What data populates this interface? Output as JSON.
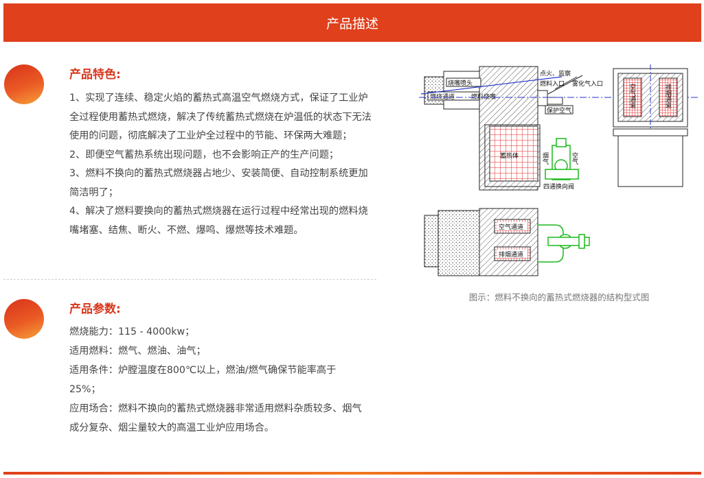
{
  "header": {
    "title": "产品描述"
  },
  "features": {
    "title": "产品特色:",
    "items": [
      "1、实现了连续、稳定火焰的蓄热式高温空气燃烧方式，保证了工业炉全过程使用蓄热式燃烧，解决了传统蓄热式燃烧在炉温低的状态下无法使用的问题，彻底解决了工业炉全过程中的节能、环保两大难题；",
      "2、即便空气蓄热系统出现问题，也不会影响正产的生产问题；",
      "3、燃料不换向的蓄热式燃烧器占地少、安装简便、自动控制系统更加简洁明了；",
      "4、解决了燃料要换向的蓄热式燃烧器在运行过程中经常出现的燃料烧嘴堵塞、结焦、断火、不燃、爆鸣、爆燃等技术难题。"
    ]
  },
  "params": {
    "title": "产品参数:",
    "items": [
      "燃烧能力：115 - 4000kw；",
      "适用燃料：燃气、燃油、油气；",
      "适用条件：炉膛温度在800℃以上，燃油/燃气确保节能率高于25%；",
      "应用场合：燃料不换向的蓄热式燃烧器非常适用燃料杂质较多、烟气成分复杂、烟尘量较大的高温工业炉应用场合。"
    ]
  },
  "diagram": {
    "labels": {
      "nozzle": "烧嘴喷头",
      "fuel_channel": "燃烧通道",
      "fuel_nozzle": "燃料烧嘴",
      "ignition": "点火、监察",
      "fuel_inlet": "燃料入口",
      "atomize_inlet": "雾化气入口",
      "protect_air": "保护空气",
      "regenerator": "蓄热体",
      "flue": "烟气",
      "air": "空气",
      "valve": "四通换向阀",
      "air_channel": "空气通道",
      "exhaust_channel": "排烟通道",
      "air_channel_v": "空气通道",
      "exhaust_channel_v": "排烟通道"
    },
    "caption": "图示：燃料不换向的蓄热式燃烧器的结构型式图"
  }
}
